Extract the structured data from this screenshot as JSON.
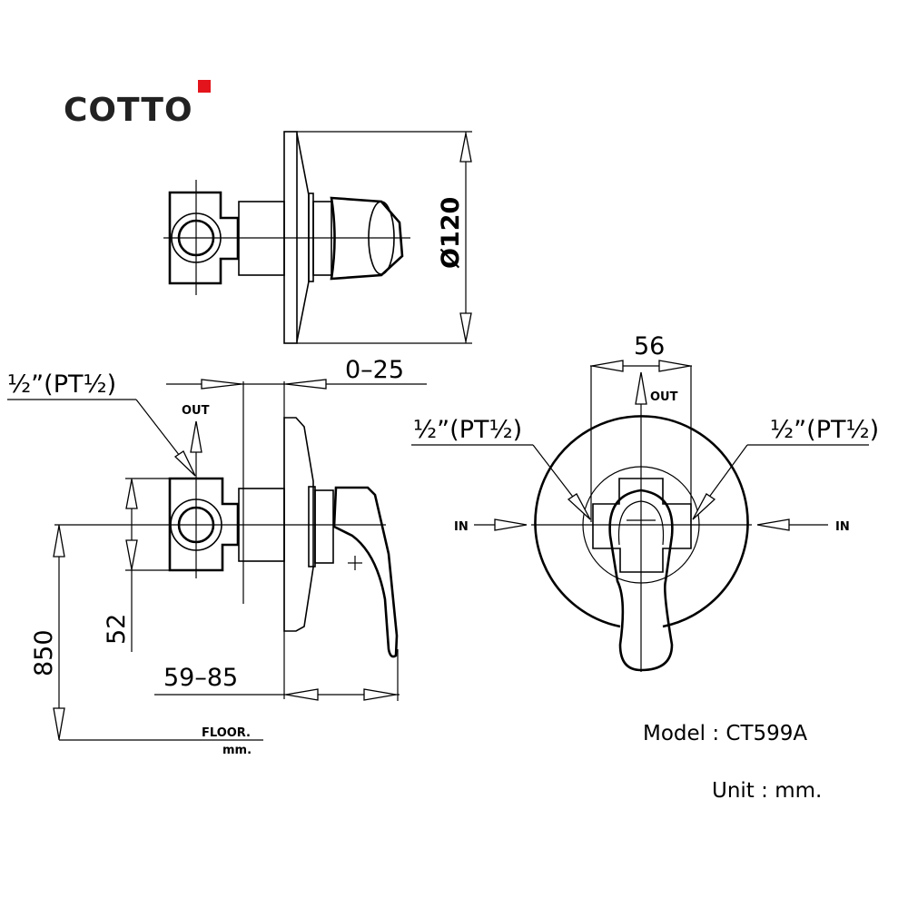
{
  "brand": {
    "name": "COTTO",
    "accent_color": "#e3141b"
  },
  "top_view": {
    "diameter_label": "Ø120"
  },
  "side_view": {
    "pipe_label": "½”(PT½)",
    "out_label": "OUT",
    "depth_label": "0–25",
    "body_height_label": "52",
    "mount_height_label": "850",
    "projection_label": "59–85",
    "floor_label": "FLOOR.",
    "unit_small": "mm."
  },
  "front_view": {
    "width_label": "56",
    "out_label": "OUT",
    "in_left_label": "IN",
    "in_right_label": "IN",
    "pipe_left_label": "½”(PT½)",
    "pipe_right_label": "½”(PT½)"
  },
  "info": {
    "model": "Model : CT599A",
    "unit": "Unit : mm."
  }
}
